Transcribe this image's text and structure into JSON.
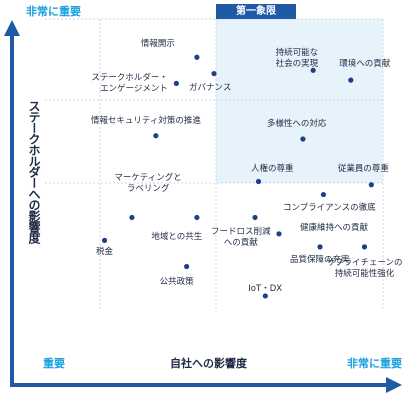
{
  "y_axis": {
    "title": "ステークホルダーへの影響度",
    "max_label": "非常に重要"
  },
  "x_axis": {
    "title": "自社への影響度",
    "min_label": "重要",
    "max_label": "非常に重要"
  },
  "quadrant_title": "第一象限",
  "colors": {
    "dot": "#1f3f86",
    "axis": "#1f5aa6",
    "quadrant_fill": "#e6f3fb",
    "grid": "#cfd6e0"
  },
  "chart_data": {
    "type": "scatter",
    "x_title": "自社への影響度",
    "y_title": "ステークホルダーへの影響度",
    "xlim": [
      0,
      100
    ],
    "ylim": [
      0,
      100
    ],
    "grid": "dotted",
    "points": [
      {
        "label": "情報開示",
        "x": 45,
        "y": 88
      },
      {
        "label": "ステークホルダー・\nエンゲージメント",
        "x": 39,
        "y": 80
      },
      {
        "label": "ガバナンス",
        "x": 50,
        "y": 83
      },
      {
        "label": "持続可能な\n社会の実現",
        "x": 79,
        "y": 84
      },
      {
        "label": "環境への貢献",
        "x": 90,
        "y": 81
      },
      {
        "label": "情報セキュリティ対策の推進",
        "x": 33,
        "y": 64
      },
      {
        "label": "多様性への対応",
        "x": 76,
        "y": 63
      },
      {
        "label": "人権の尊重",
        "x": 63,
        "y": 50
      },
      {
        "label": "従業員の尊重",
        "x": 96,
        "y": 49
      },
      {
        "label": "コンプライアンスの徹底",
        "x": 82,
        "y": 46
      },
      {
        "label": "マーケティングと\nラベリング",
        "x": 26,
        "y": 39
      },
      {
        "label": "税金",
        "x": 18,
        "y": 32
      },
      {
        "label": "地域との共生",
        "x": 45,
        "y": 39
      },
      {
        "label": "フードロス削減\nへの貢献",
        "x": 62,
        "y": 39
      },
      {
        "label": "健康維持への貢献",
        "x": 69,
        "y": 34
      },
      {
        "label": "品質保障の充実",
        "x": 81,
        "y": 30
      },
      {
        "label": "サプライチェーンの\n持続可能性強化",
        "x": 94,
        "y": 30
      },
      {
        "label": "公共政策",
        "x": 42,
        "y": 24
      },
      {
        "label": "IoT・DX",
        "x": 65,
        "y": 15
      }
    ]
  }
}
